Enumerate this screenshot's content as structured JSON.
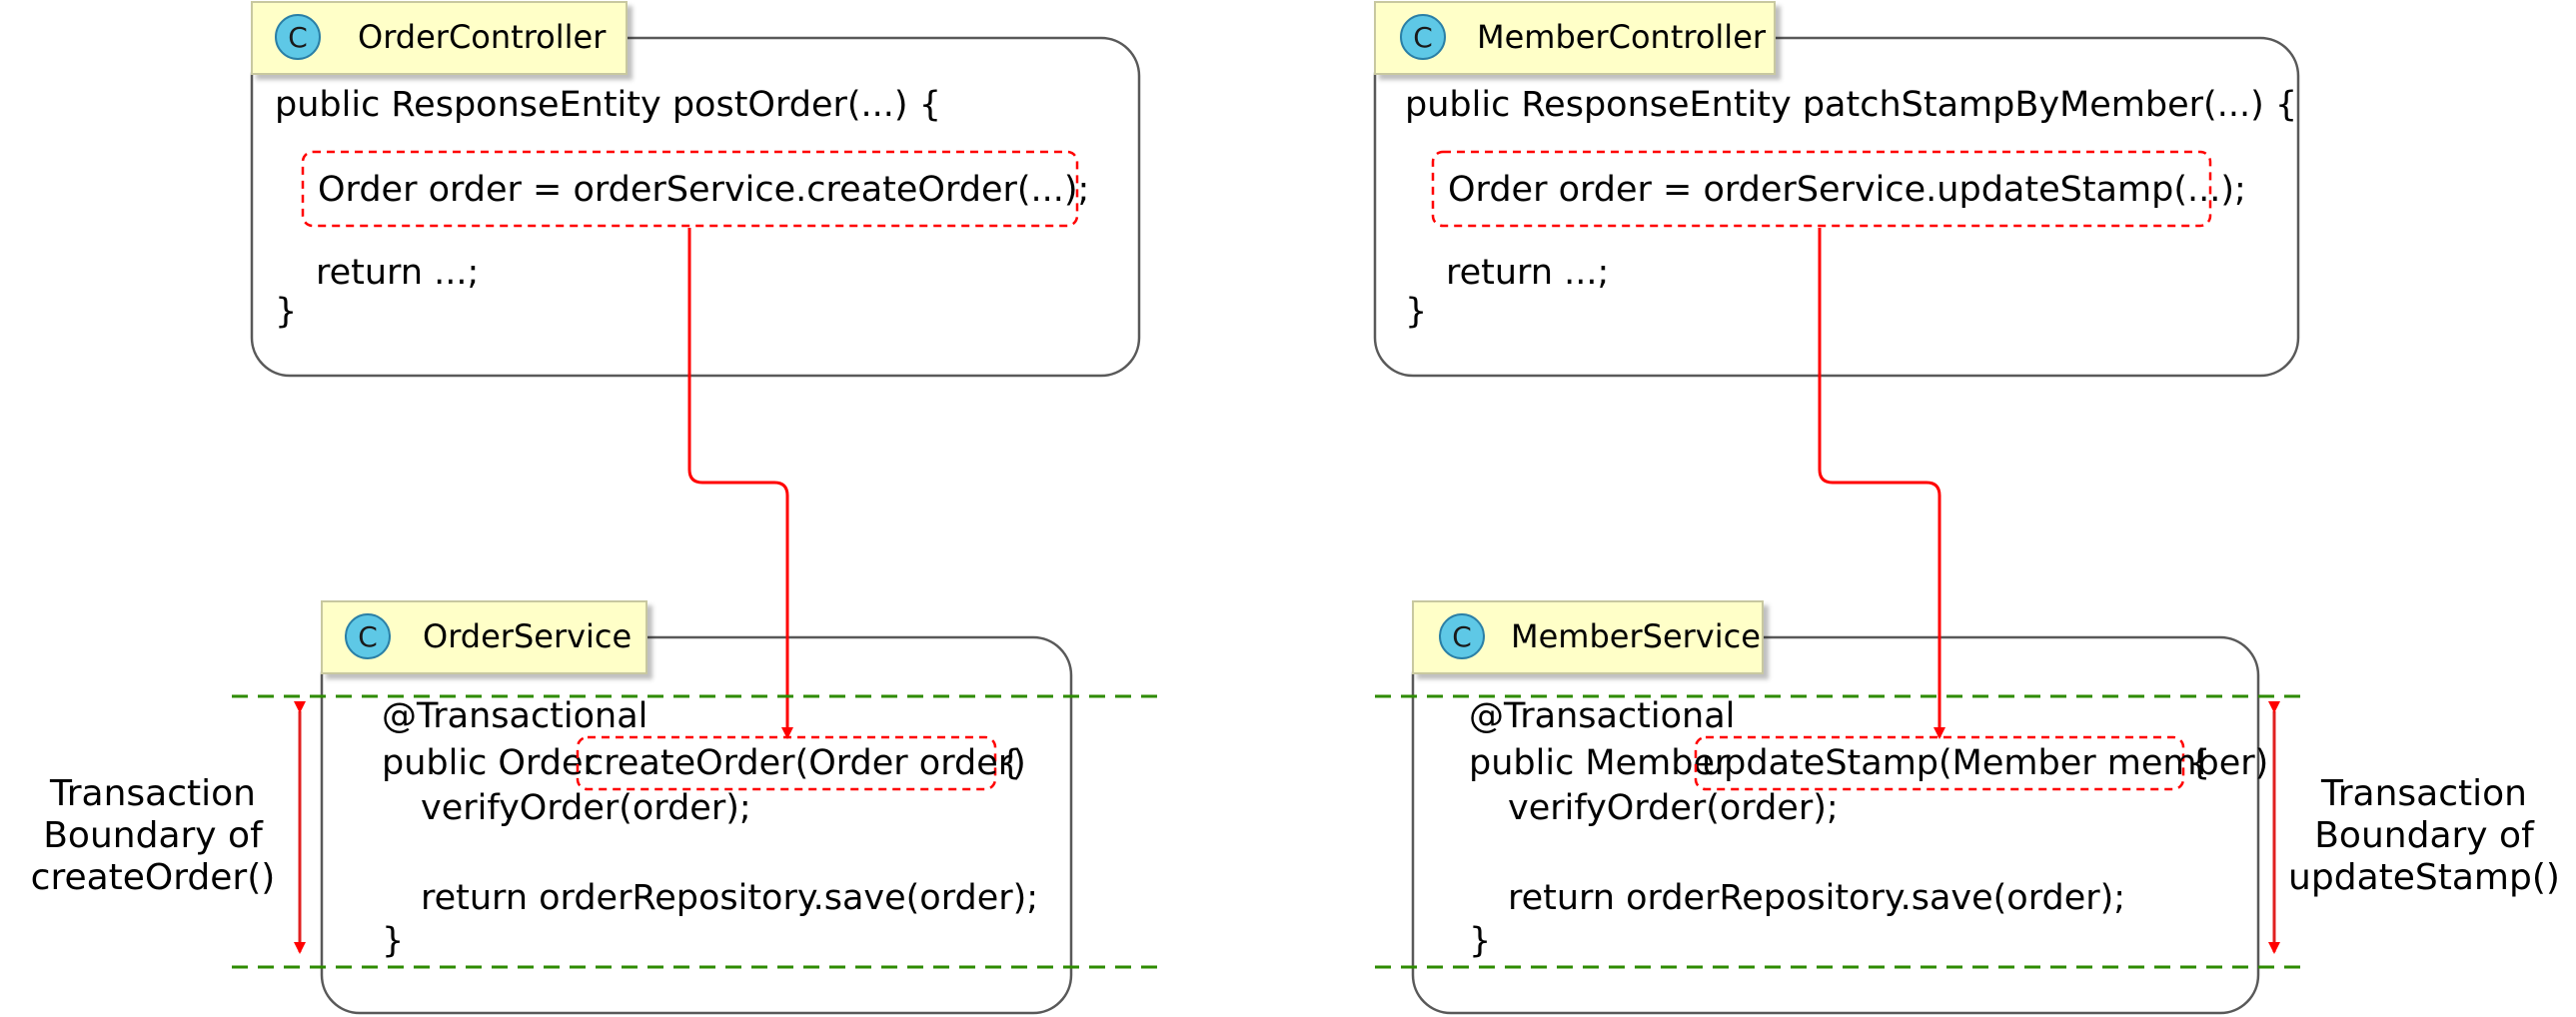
{
  "colors": {
    "arrow": "#ff0000",
    "highlight_box": "#ff0000",
    "boundary_line": "#2e8b00",
    "class_header_fill": "#ffffc8",
    "class_icon_fill": "#5ec8e6"
  },
  "icons": {
    "class_icon": "C"
  },
  "left": {
    "controller": {
      "name": "OrderController",
      "lines": [
        "public ResponseEntity postOrder(...) {",
        "return ...;",
        "}"
      ],
      "call": "Order order = orderService.createOrder(...);"
    },
    "service": {
      "name": "OrderService",
      "annotation": "@Transactional",
      "signature_prefix": "public Order",
      "method": "createOrder(Order order)",
      "brace": "{",
      "body_line1": "verifyOrder(order);",
      "body_line2": "return orderRepository.save(order);",
      "close": "}"
    },
    "boundary_label": [
      "Transaction",
      "Boundary of",
      "createOrder()"
    ]
  },
  "right": {
    "controller": {
      "name": "MemberController",
      "lines": [
        "public ResponseEntity patchStampByMember(...) {",
        "return ...;",
        "}"
      ],
      "call": "Order order = orderService.updateStamp(...);"
    },
    "service": {
      "name": "MemberService",
      "annotation": "@Transactional",
      "signature_prefix": "public Member",
      "method": "updateStamp(Member member)",
      "brace": "{",
      "body_line1": "verifyOrder(order);",
      "body_line2": "return orderRepository.save(order);",
      "close": "}"
    },
    "boundary_label": [
      "Transaction",
      "Boundary of",
      "updateStamp()"
    ]
  }
}
